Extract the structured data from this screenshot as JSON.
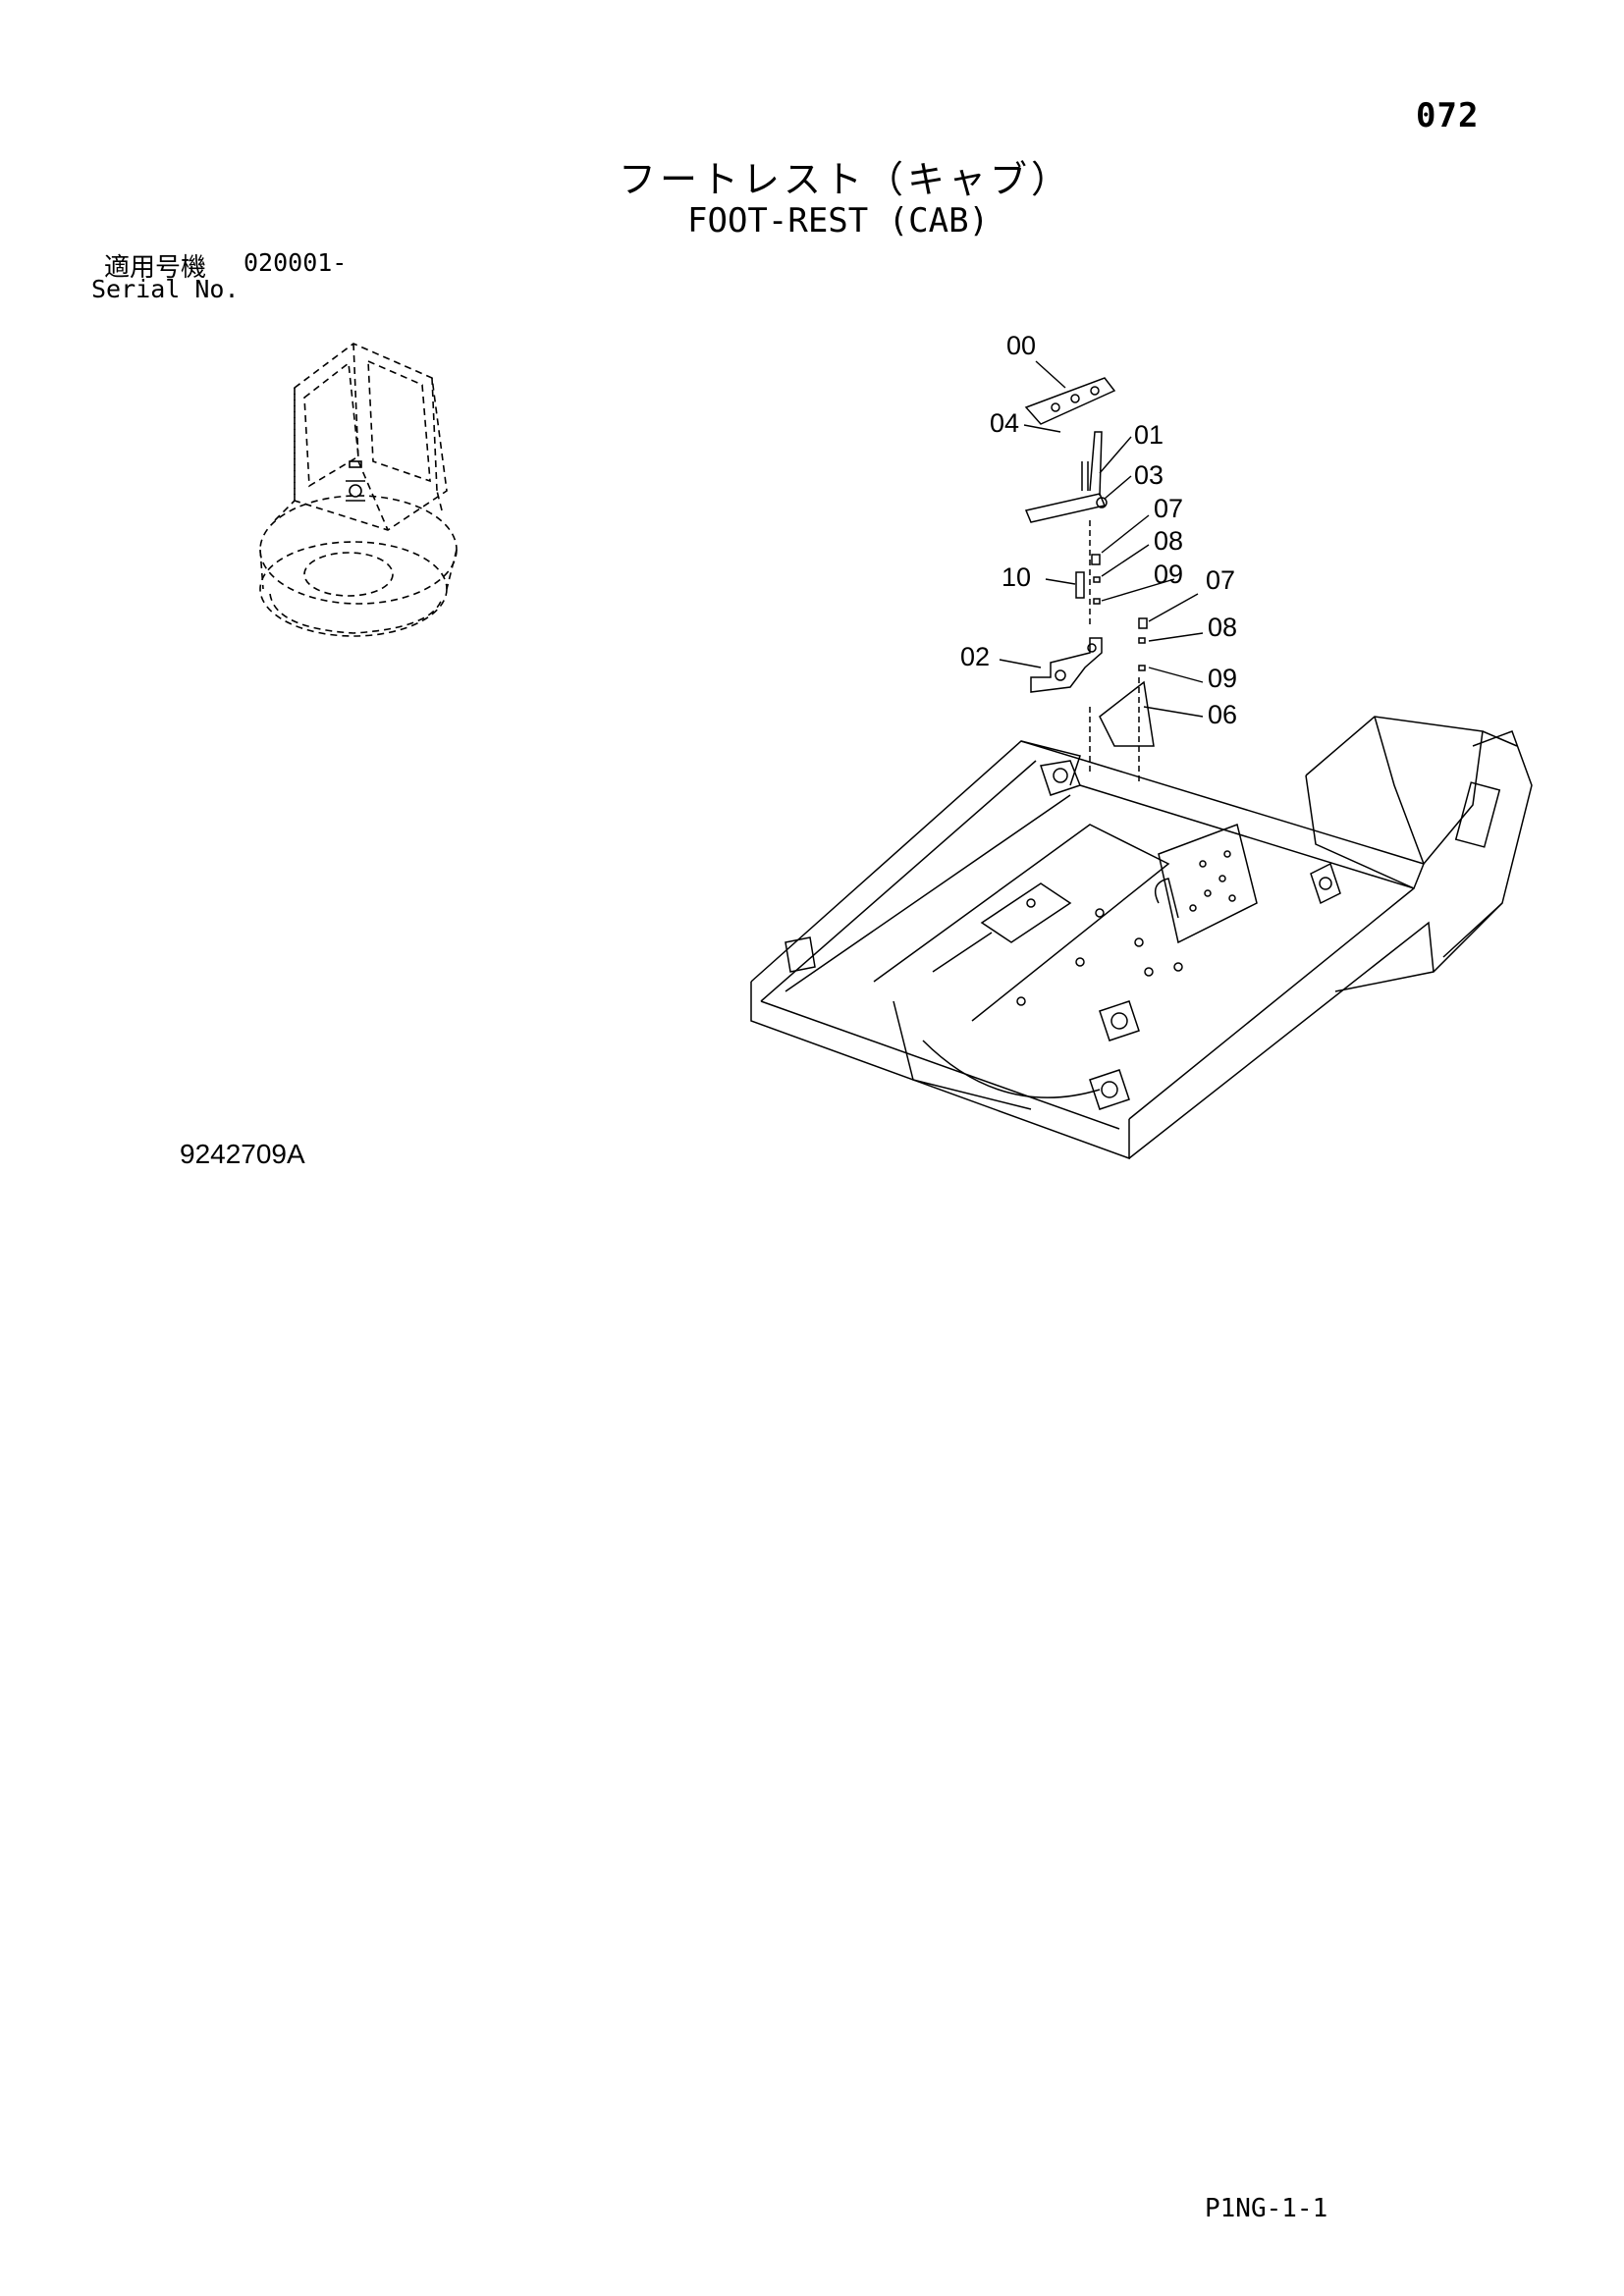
{
  "page_number": "072",
  "title_jp": "フートレスト（キャブ）",
  "title_en": "FOOT-REST (CAB)",
  "serial": {
    "label_jp": "適用号機",
    "range": "020001-",
    "label_en": "Serial No."
  },
  "callouts": [
    {
      "id": "c00",
      "label": "00"
    },
    {
      "id": "c04",
      "label": "04"
    },
    {
      "id": "c01",
      "label": "01"
    },
    {
      "id": "c03",
      "label": "03"
    },
    {
      "id": "c07a",
      "label": "07"
    },
    {
      "id": "c08a",
      "label": "08"
    },
    {
      "id": "c10",
      "label": "10"
    },
    {
      "id": "c09a",
      "label": "09"
    },
    {
      "id": "c07b",
      "label": "07"
    },
    {
      "id": "c08b",
      "label": "08"
    },
    {
      "id": "c02",
      "label": "02"
    },
    {
      "id": "c09b",
      "label": "09"
    },
    {
      "id": "c06",
      "label": "06"
    }
  ],
  "drawing_number": "9242709A",
  "page_code": "P1NG-1-1"
}
